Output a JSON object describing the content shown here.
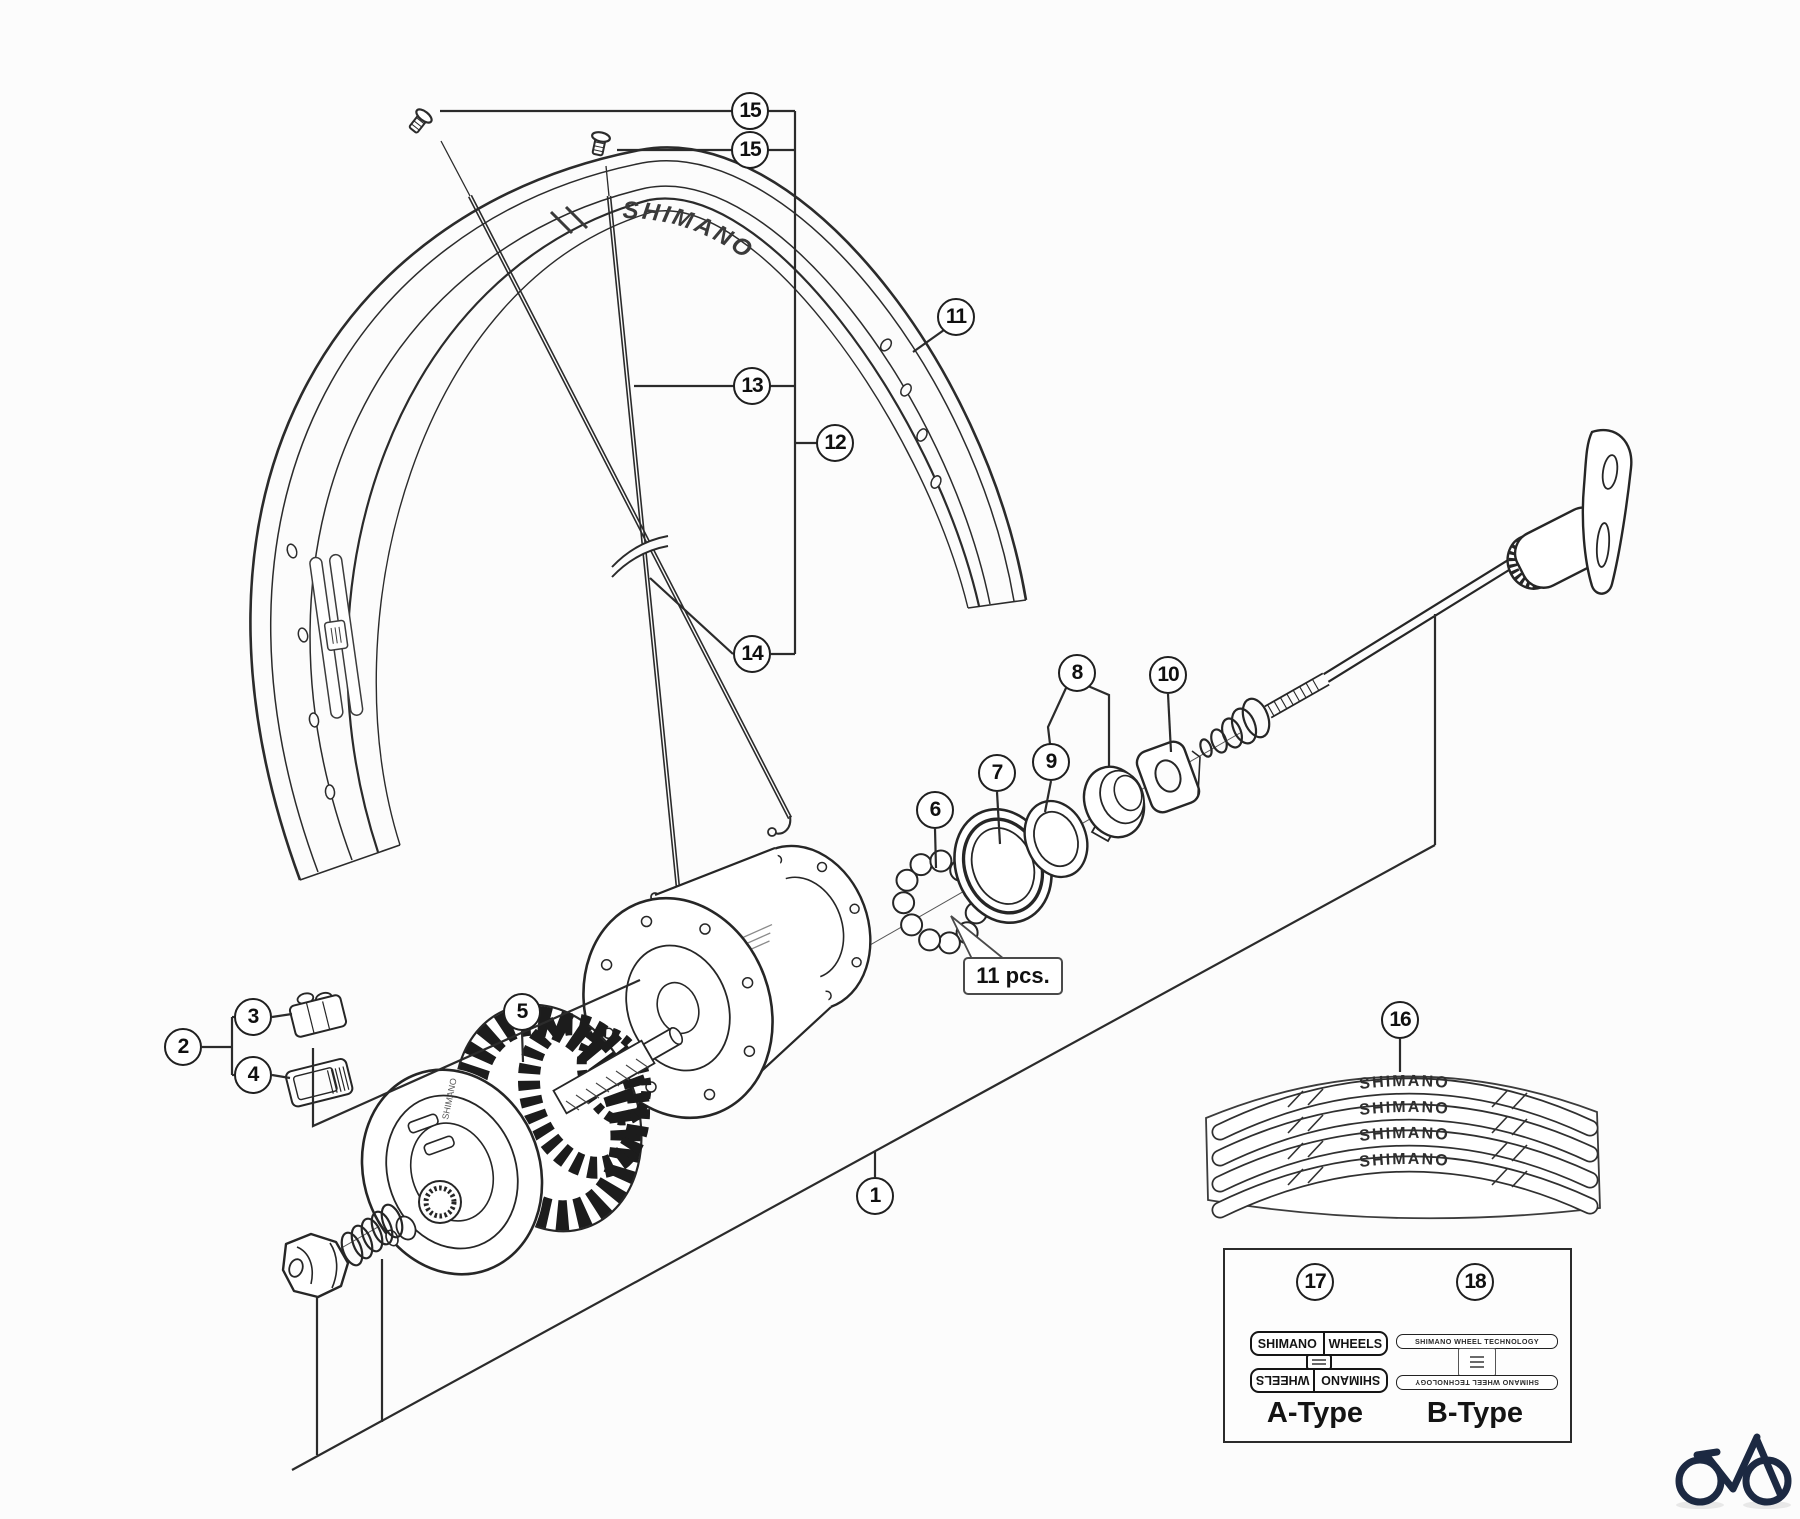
{
  "rim": {
    "logo_text": "SHIMANO"
  },
  "hub": {
    "dynamo_text": "SHIMANO"
  },
  "bearing_note": "11 pcs.",
  "decal_sheet": {
    "text": "SHIMANO"
  },
  "decal_a": {
    "word1": "SHIMANO",
    "word2": "WHEELS",
    "label": "A-Type"
  },
  "decal_b": {
    "text": "SHIMANO WHEEL TECHNOLOGY",
    "label": "B-Type"
  },
  "callouts": {
    "c1": "1",
    "c2": "2",
    "c3": "3",
    "c4": "4",
    "c5": "5",
    "c6": "6",
    "c7": "7",
    "c8": "8",
    "c9": "9",
    "c10": "10",
    "c11": "11",
    "c12": "12",
    "c13": "13",
    "c14": "14",
    "c15a": "15",
    "c15b": "15",
    "c16": "16",
    "c17": "17",
    "c18": "18"
  },
  "colors": {
    "line": "#2b2b2b",
    "callout_text": "#101010",
    "logo": "#1c2942"
  }
}
